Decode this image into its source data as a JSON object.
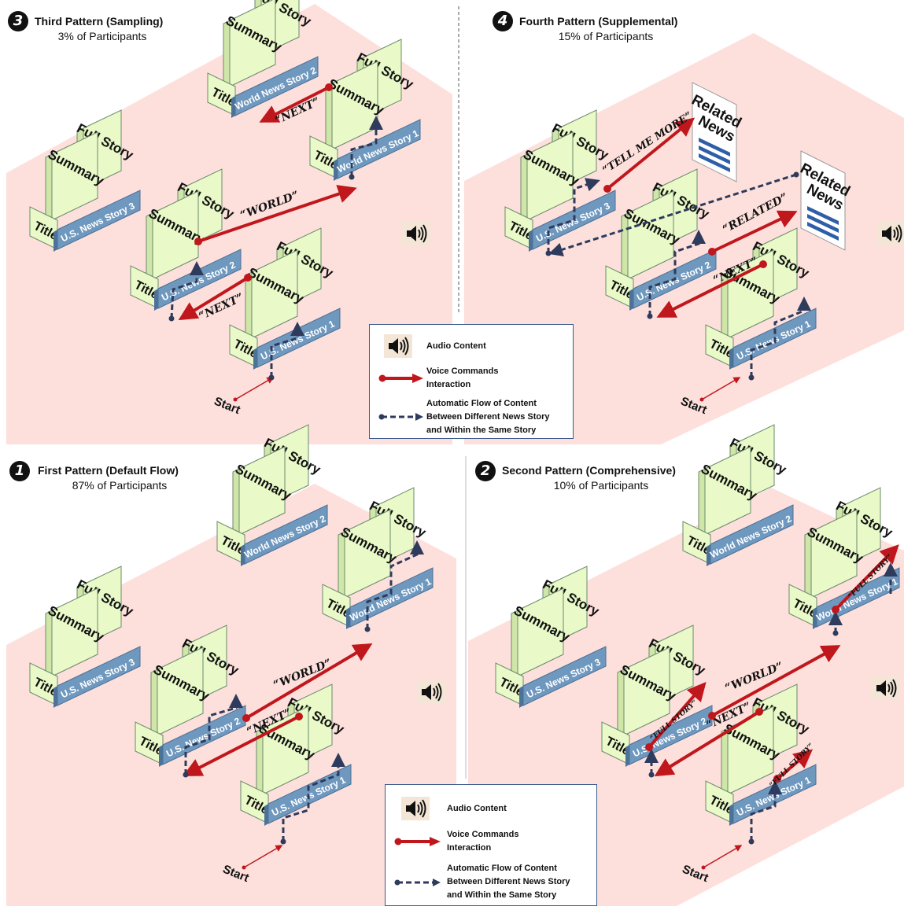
{
  "patterns": [
    {
      "id": "third",
      "number": "3",
      "title": "Third Pattern (Sampling)",
      "subtitle": "3% of Participants"
    },
    {
      "id": "fourth",
      "number": "4",
      "title": "Fourth Pattern (Supplemental)",
      "subtitle": "15% of Participants"
    },
    {
      "id": "first",
      "number": "1",
      "title": "First Pattern (Default Flow)",
      "subtitle": "87% of Participants"
    },
    {
      "id": "second",
      "number": "2",
      "title": "Second Pattern (Comprehensive)",
      "subtitle": "10% of Participants"
    }
  ],
  "panel_labels": {
    "title": "Title",
    "summary": "Summary",
    "full_story": "Full Story"
  },
  "stories": {
    "us1": "U.S. News Story 1",
    "us2": "U.S. News Story 2",
    "us3": "U.S. News Story 3",
    "world1": "World News Story 1",
    "world2": "World News Story 2"
  },
  "commands": {
    "next": "“NEXT”",
    "world": "“WORLD”",
    "tell_me_more": "“TELL ME MORE”",
    "related": "“RELATED”",
    "full_story": "“FULL STORY”"
  },
  "start_label": "Start",
  "related_news": {
    "line1": "Related",
    "line2": "News"
  },
  "legend": {
    "audio": "Audio Content",
    "voice_line1": "Voice Commands",
    "voice_line2": "Interaction",
    "auto_line1": "Automatic Flow of Content",
    "auto_line2": "Between Different News Story",
    "auto_line3": "and Within the Same Story"
  },
  "colors": {
    "background_quad": "#fde0dc",
    "panel_green": "#e9f9c8",
    "panel_stroke": "#6b8a6b",
    "base_blue": "#6f98bf",
    "voice_red": "#c0171d",
    "auto_navy": "#2e3b5c",
    "legend_border": "#3b5a8f"
  }
}
